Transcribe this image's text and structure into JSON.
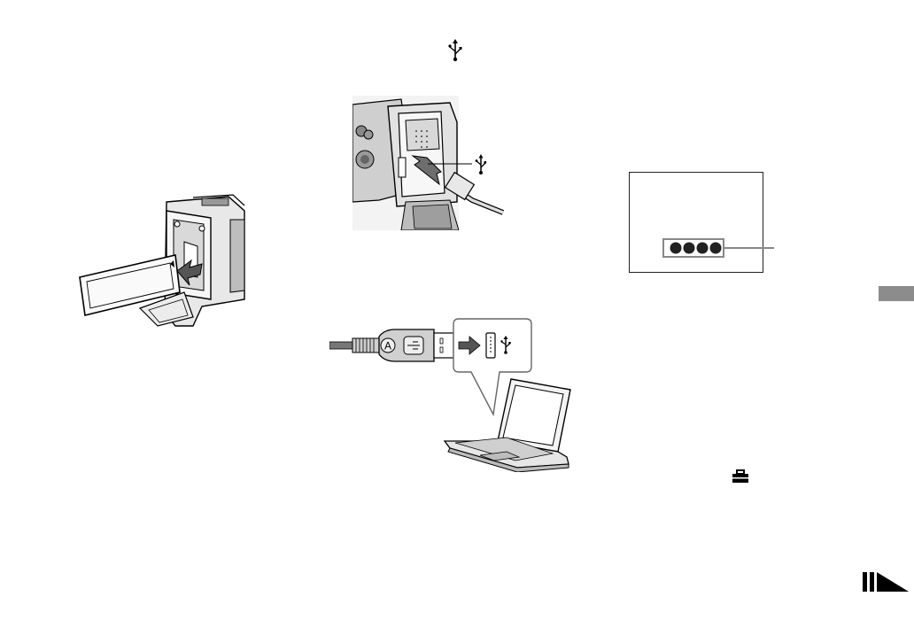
{
  "page": {
    "background": "#ffffff",
    "tab_color": "#8c8c8c"
  },
  "icons": {
    "usb_symbol_top": "usb-icon",
    "usb_symbol_camera": "usb-icon",
    "usb_symbol_port": "usb-icon",
    "toolbox": "toolbox-icon",
    "continue": "continue-arrow-icon"
  },
  "illustrations": {
    "card_insertion": "memory-card-insertion",
    "camera_usb": "camera-usb-jack",
    "usb_cable_laptop": "usb-cable-to-laptop",
    "lcd_access": "lcd-access-indicator"
  },
  "connector": {
    "plug_letter": "A"
  }
}
